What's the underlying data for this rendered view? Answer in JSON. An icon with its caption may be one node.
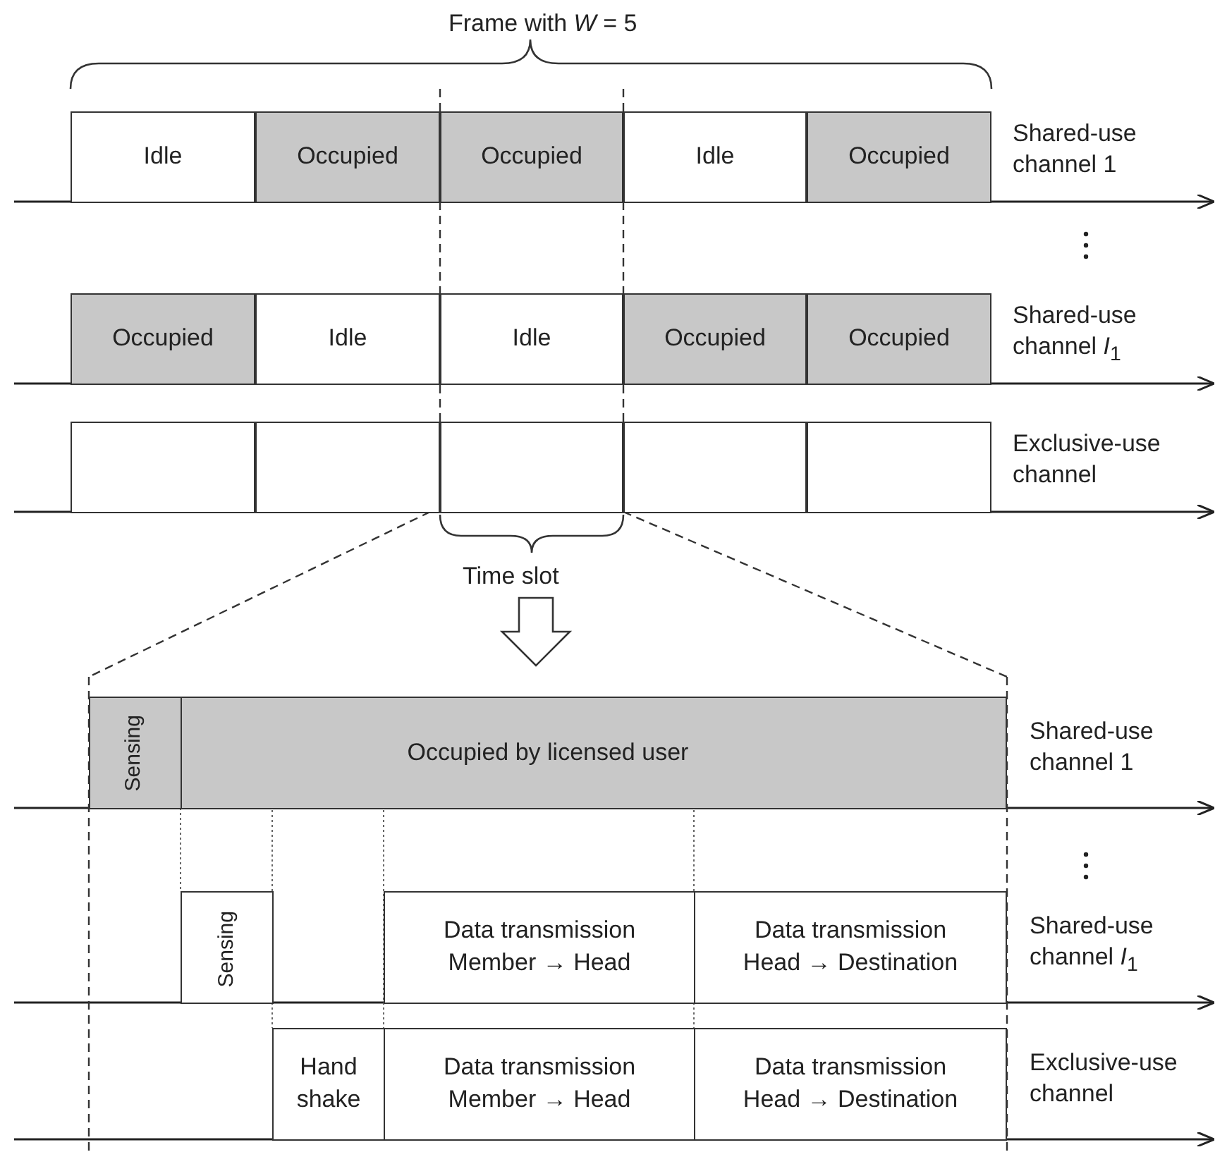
{
  "diagram": {
    "nodes": [
      {
        "text": [
          "Idle"
        ]
      },
      {
        "text": [
          "Occupied"
        ]
      },
      {
        "text": [
          "Occupied"
        ]
      },
      {
        "text": [
          "Idle"
        ]
      },
      {
        "text": [
          "Occupied"
        ]
      },
      {
        "text": [
          "Occupied"
        ]
      },
      {
        "text": [
          "Idle"
        ]
      },
      {
        "text": [
          "Idle"
        ]
      },
      {
        "text": [
          "Occupied"
        ]
      },
      {
        "text": [
          "Occupied"
        ]
      },
      {
        "text": [],
        "shape": "box"
      },
      {
        "text": [],
        "shape": "box"
      },
      {
        "text": [],
        "shape": "box"
      },
      {
        "text": [],
        "shape": "box"
      },
      {
        "text": [],
        "shape": "box"
      },
      {
        "text": [
          "Occupied by licensed user"
        ]
      },
      {
        "text": [
          "Sensing"
        ],
        "in": 15
      },
      {
        "text": [
          "Sensing"
        ]
      },
      {
        "text": [
          "Data transmission Member → Head"
        ]
      },
      {
        "text": [
          "Data transmission Head → Destination"
        ]
      },
      {
        "text": [
          "Hand shake"
        ]
      },
      {
        "text": [
          "Data transmission Member → Head"
        ]
      },
      {
        "text": [
          "Data transmission Head → Destination"
        ]
      }
    ],
    "labels": [
      "Frame with *W* = 5",
      "Shared-use channel 1",
      "Shared-use channel *I*$_{1}$",
      "Exclusive-use channel",
      "Time slot",
      "Shared-use channel 1",
      "Shared-use channel *I*$_{1}$",
      "Exclusive-use channel"
    ]
  }
}
